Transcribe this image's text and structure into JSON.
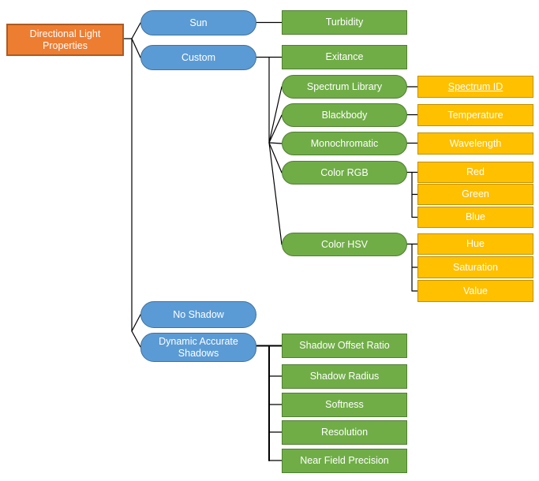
{
  "diagram": {
    "title": "Directional Light Properties tree",
    "root": {
      "label": "Directional Light Properties",
      "shape": "rectangle",
      "color": "#ED7D31"
    },
    "children": [
      {
        "label": "Sun",
        "shape": "pill",
        "color": "#5B9BD5",
        "children": [
          {
            "label": "Turbidity",
            "shape": "rectangle",
            "color": "#70AD47"
          }
        ]
      },
      {
        "label": "Custom",
        "shape": "pill",
        "color": "#5B9BD5",
        "children": [
          {
            "label": "Exitance",
            "shape": "rectangle",
            "color": "#70AD47"
          },
          {
            "label": "Spectrum Library",
            "shape": "pill",
            "color": "#70AD47",
            "children": [
              {
                "label": "Spectrum ID",
                "shape": "rectangle",
                "color": "#FFC000",
                "underlined": true
              }
            ]
          },
          {
            "label": "Blackbody",
            "shape": "pill",
            "color": "#70AD47",
            "children": [
              {
                "label": "Temperature",
                "shape": "rectangle",
                "color": "#FFC000"
              }
            ]
          },
          {
            "label": "Monochromatic",
            "shape": "pill",
            "color": "#70AD47",
            "children": [
              {
                "label": "Wavelength",
                "shape": "rectangle",
                "color": "#FFC000"
              }
            ]
          },
          {
            "label": "Color RGB",
            "shape": "pill",
            "color": "#70AD47",
            "children": [
              {
                "label": "Red",
                "shape": "rectangle",
                "color": "#FFC000"
              },
              {
                "label": "Green",
                "shape": "rectangle",
                "color": "#FFC000"
              },
              {
                "label": "Blue",
                "shape": "rectangle",
                "color": "#FFC000"
              }
            ]
          },
          {
            "label": "Color HSV",
            "shape": "pill",
            "color": "#70AD47",
            "children": [
              {
                "label": "Hue",
                "shape": "rectangle",
                "color": "#FFC000"
              },
              {
                "label": "Saturation",
                "shape": "rectangle",
                "color": "#FFC000"
              },
              {
                "label": "Value",
                "shape": "rectangle",
                "color": "#FFC000"
              }
            ]
          }
        ]
      },
      {
        "label": "No Shadow",
        "shape": "pill",
        "color": "#5B9BD5"
      },
      {
        "label": "Dynamic Accurate Shadows",
        "shape": "pill",
        "color": "#5B9BD5",
        "children": [
          {
            "label": "Shadow Offset Ratio",
            "shape": "rectangle",
            "color": "#70AD47"
          },
          {
            "label": "Shadow Radius",
            "shape": "rectangle",
            "color": "#70AD47"
          },
          {
            "label": "Softness",
            "shape": "rectangle",
            "color": "#70AD47"
          },
          {
            "label": "Resolution",
            "shape": "rectangle",
            "color": "#70AD47"
          },
          {
            "label": "Near Field Precision",
            "shape": "rectangle",
            "color": "#70AD47"
          }
        ]
      }
    ],
    "style": {
      "root_fill": "#ED7D31",
      "root_border": "#AE5A21",
      "mode_fill": "#5B9BD5",
      "mode_border": "#41719C",
      "property_fill": "#70AD47",
      "property_border": "#507E32",
      "field_fill": "#FFC000",
      "field_border": "#BF9000",
      "connector_color": "#000000",
      "text_color": "#FFFFFF",
      "background": "#FFFFFF"
    }
  }
}
